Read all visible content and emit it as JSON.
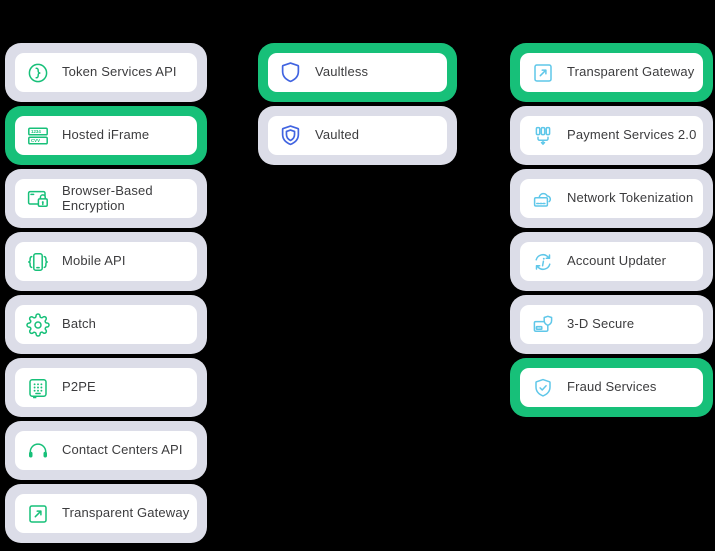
{
  "colors": {
    "background": "#000000",
    "highlight_green": "#17C079",
    "halo_gray": "#DCDDE8",
    "card_white": "#FFFFFF",
    "label_text": "#3C3C3E",
    "icon_green": "#17C079",
    "icon_blue": "#4164E1",
    "icon_cyan": "#5FC7E9"
  },
  "columns": [
    {
      "name": "column-1",
      "icon_color": "icon_green",
      "items": [
        {
          "label": "Token Services API",
          "icon": "token-brace-circle-icon",
          "highlighted": false
        },
        {
          "label": "Hosted iFrame",
          "icon": "iframe-fields-icon",
          "highlighted": true
        },
        {
          "label": "Browser-Based Encryption",
          "icon": "browser-lock-icon",
          "highlighted": false
        },
        {
          "label": "Mobile API",
          "icon": "mobile-braces-icon",
          "highlighted": false
        },
        {
          "label": "Batch",
          "icon": "gear-icon",
          "highlighted": false
        },
        {
          "label": "P2PE",
          "icon": "keypad-terminal-icon",
          "highlighted": false
        },
        {
          "label": "Contact Centers API",
          "icon": "headset-icon",
          "highlighted": false
        },
        {
          "label": "Transparent Gateway",
          "icon": "expand-arrow-icon",
          "highlighted": false
        }
      ]
    },
    {
      "name": "column-2",
      "icon_color": "icon_blue",
      "items": [
        {
          "label": "Vaultless",
          "icon": "shield-icon",
          "highlighted": true
        },
        {
          "label": "Vaulted",
          "icon": "double-shield-icon",
          "highlighted": false
        }
      ]
    },
    {
      "name": "column-3",
      "icon_color": "icon_cyan",
      "items": [
        {
          "label": "Transparent Gateway",
          "icon": "expand-arrow-icon",
          "highlighted": true
        },
        {
          "label": "Payment Services 2.0",
          "icon": "merge-slots-icon",
          "highlighted": false
        },
        {
          "label": "Network Tokenization",
          "icon": "cloud-card-icon",
          "highlighted": false
        },
        {
          "label": "Account Updater",
          "icon": "refresh-info-icon",
          "highlighted": false
        },
        {
          "label": "3-D Secure",
          "icon": "card-shield-icon",
          "highlighted": false
        },
        {
          "label": "Fraud Services",
          "icon": "shield-check-icon",
          "highlighted": true
        }
      ]
    }
  ]
}
